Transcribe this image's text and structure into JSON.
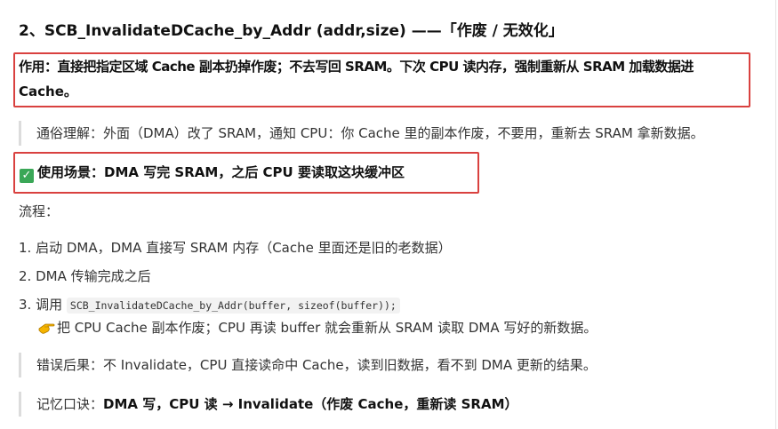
{
  "heading": "2、SCB_InvalidateDCache_by_Addr (addr,size) ——「作废 / 无效化」",
  "effect": {
    "line1": "作用：直接把指定区域 Cache 副本扔掉作废；不去写回 SRAM。下次 CPU 读内存，强制重新从 SRAM 加载数据进",
    "line2": "Cache。"
  },
  "plain_explanation": "通俗理解：外面（DMA）改了 SRAM，通知 CPU：你 Cache 里的副本作废，不要用，重新去 SRAM 拿新数据。",
  "use_case": "使用场景：DMA 写完 SRAM，之后 CPU 要读取这块缓冲区",
  "flow_label": "流程：",
  "steps": [
    {
      "num": "1.",
      "text": "启动 DMA，DMA 直接写 SRAM 内存（Cache 里面还是旧的老数据）"
    },
    {
      "num": "2.",
      "text": "DMA 传输完成之后"
    },
    {
      "num": "3.",
      "prefix": "调用",
      "code": "SCB_InvalidateDCache_by_Addr(buffer, sizeof(buffer));"
    }
  ],
  "step3_note": "把 CPU Cache 副本作废；CPU 再读 buffer 就会重新从 SRAM 读取 DMA 写好的新数据。",
  "error_consequence": "错误后果：不 Invalidate，CPU 直接读命中 Cache，读到旧数据，看不到 DMA 更新的结果。",
  "mnemonic": {
    "label": "记忆口诀：",
    "text": "DMA 写，CPU 读 → Invalidate（作废 Cache，重新读 SRAM）"
  },
  "colors": {
    "highlight_border": "#d9413f",
    "check": "#3aa757",
    "hand": "#f5b400"
  }
}
